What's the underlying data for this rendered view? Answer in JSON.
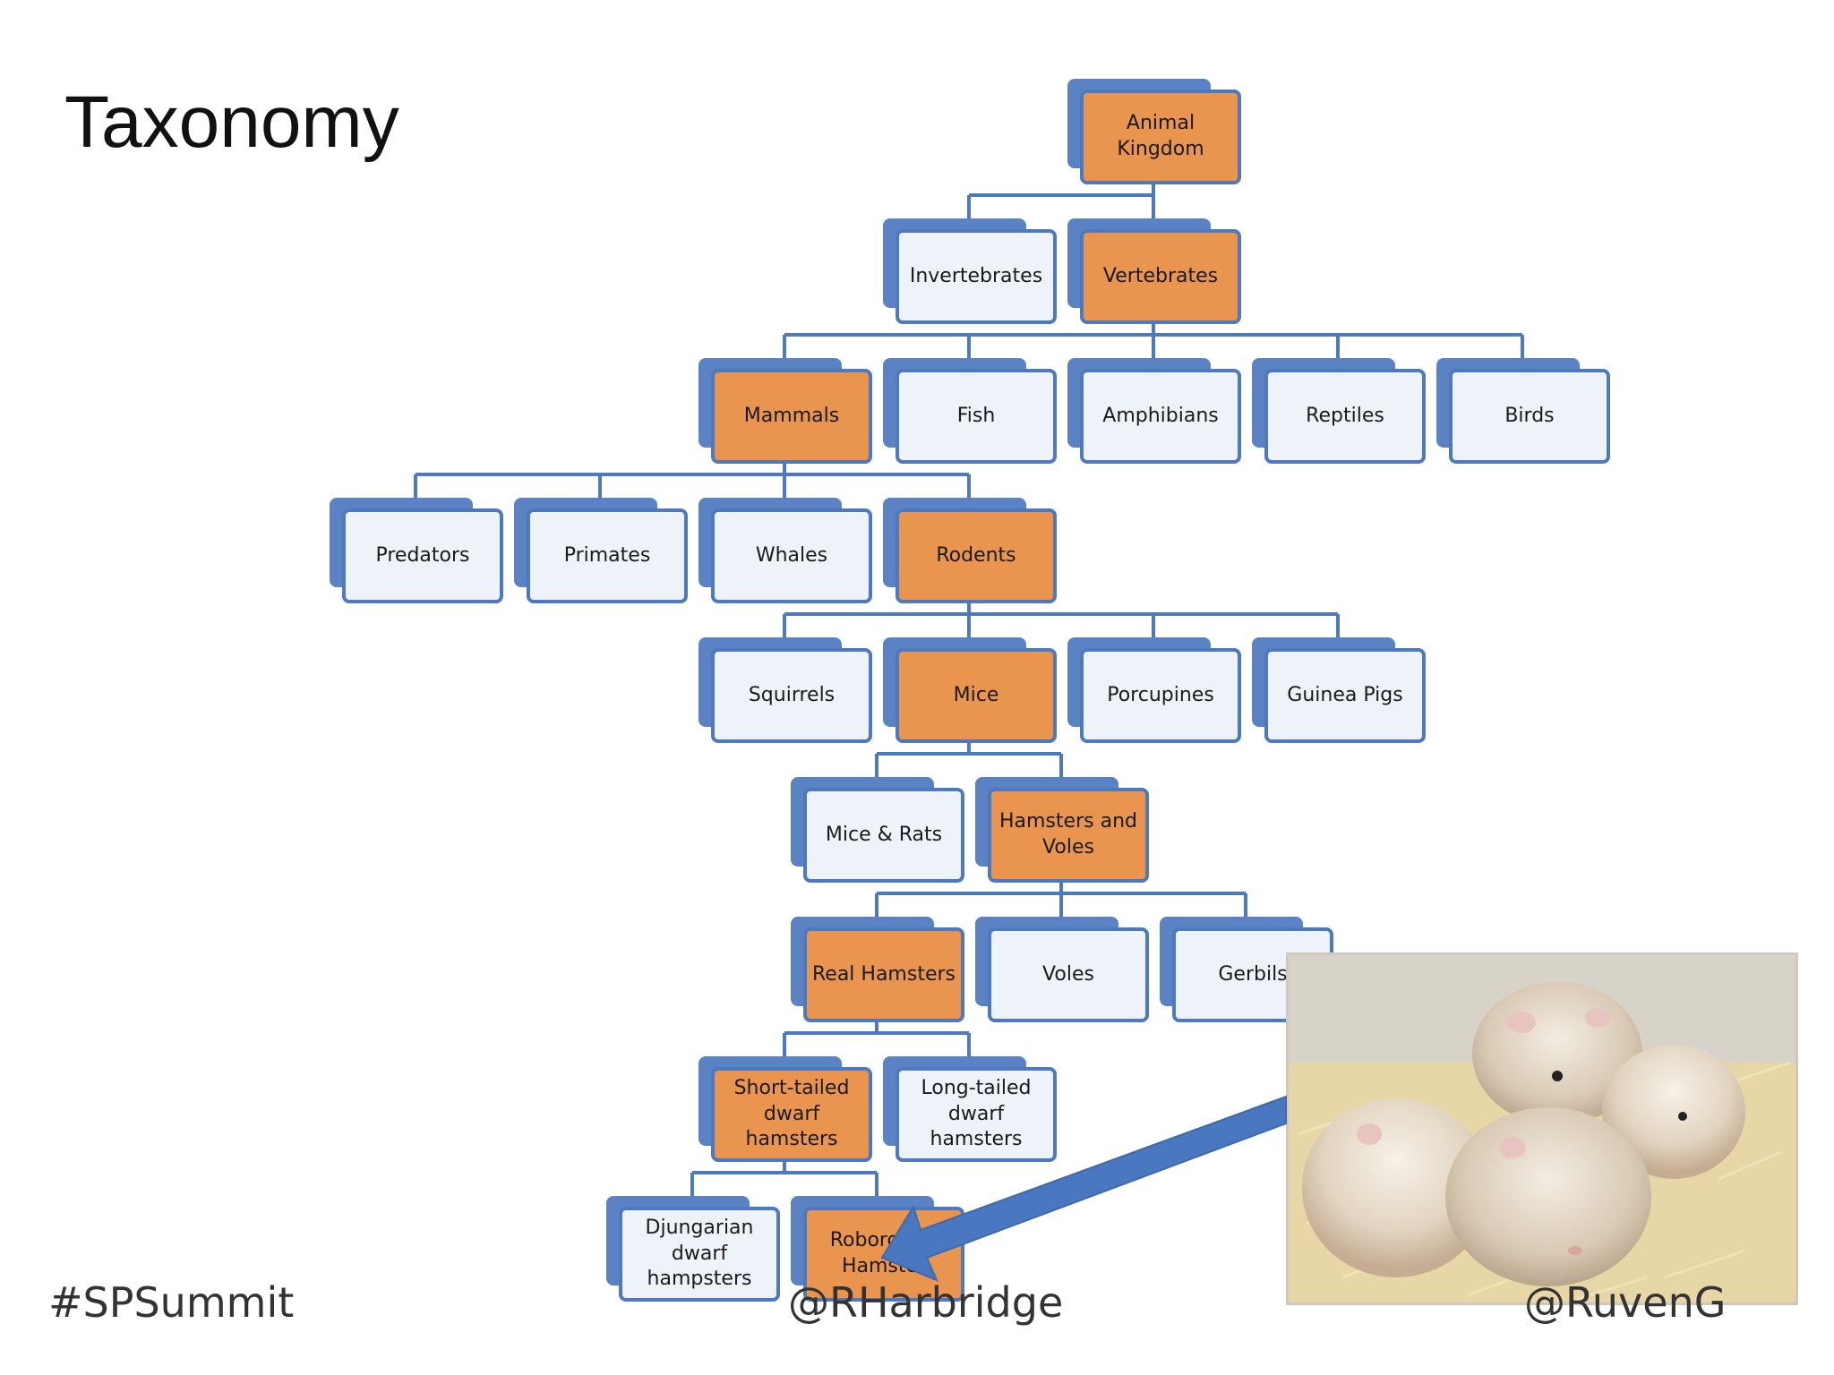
{
  "slide": {
    "title": "Taxonomy",
    "footer": {
      "left": "#SPSummit",
      "center": "@RHarbridge",
      "right": "@RuvenG"
    },
    "photo_icon": "hamsters-photo"
  },
  "colors": {
    "highlight": "#e9944f",
    "plain": "#eef3fa",
    "border": "#4f79bd",
    "shadow": "#5b82c3",
    "connector": "#4f79bd",
    "arrow": "#4a78c0"
  },
  "tree": {
    "nodes": [
      {
        "id": "animal-kingdom",
        "label": "Animal Kingdom",
        "highlight": true
      },
      {
        "id": "invertebrates",
        "label": "Invertebrates",
        "highlight": false,
        "parent": "animal-kingdom"
      },
      {
        "id": "vertebrates",
        "label": "Vertebrates",
        "highlight": true,
        "parent": "animal-kingdom"
      },
      {
        "id": "mammals",
        "label": "Mammals",
        "highlight": true,
        "parent": "vertebrates"
      },
      {
        "id": "fish",
        "label": "Fish",
        "highlight": false,
        "parent": "vertebrates"
      },
      {
        "id": "amphibians",
        "label": "Amphibians",
        "highlight": false,
        "parent": "vertebrates"
      },
      {
        "id": "reptiles",
        "label": "Reptiles",
        "highlight": false,
        "parent": "vertebrates"
      },
      {
        "id": "birds",
        "label": "Birds",
        "highlight": false,
        "parent": "vertebrates"
      },
      {
        "id": "predators",
        "label": "Predators",
        "highlight": false,
        "parent": "mammals"
      },
      {
        "id": "primates",
        "label": "Primates",
        "highlight": false,
        "parent": "mammals"
      },
      {
        "id": "whales",
        "label": "Whales",
        "highlight": false,
        "parent": "mammals"
      },
      {
        "id": "rodents",
        "label": "Rodents",
        "highlight": true,
        "parent": "mammals"
      },
      {
        "id": "squirrels",
        "label": "Squirrels",
        "highlight": false,
        "parent": "rodents"
      },
      {
        "id": "mice",
        "label": "Mice",
        "highlight": true,
        "parent": "rodents"
      },
      {
        "id": "porcupines",
        "label": "Porcupines",
        "highlight": false,
        "parent": "rodents"
      },
      {
        "id": "guinea-pigs",
        "label": "Guinea Pigs",
        "highlight": false,
        "parent": "rodents"
      },
      {
        "id": "mice-rats",
        "label": "Mice & Rats",
        "highlight": false,
        "parent": "mice"
      },
      {
        "id": "hamsters-voles",
        "label": "Hamsters and Voles",
        "highlight": true,
        "parent": "mice"
      },
      {
        "id": "real-hamsters",
        "label": "Real Hamsters",
        "highlight": true,
        "parent": "hamsters-voles"
      },
      {
        "id": "voles",
        "label": "Voles",
        "highlight": false,
        "parent": "hamsters-voles"
      },
      {
        "id": "gerbils",
        "label": "Gerbils",
        "highlight": false,
        "parent": "hamsters-voles"
      },
      {
        "id": "short-tailed",
        "label": "Short-tailed dwarf hamsters",
        "highlight": true,
        "parent": "real-hamsters"
      },
      {
        "id": "long-tailed",
        "label": "Long-tailed dwarf hamsters",
        "highlight": false,
        "parent": "real-hamsters"
      },
      {
        "id": "djungarian",
        "label": "Djungarian dwarf hampsters",
        "highlight": false,
        "parent": "short-tailed"
      },
      {
        "id": "roborovski",
        "label": "Roborovski Hamster",
        "highlight": true,
        "parent": "short-tailed"
      }
    ]
  }
}
